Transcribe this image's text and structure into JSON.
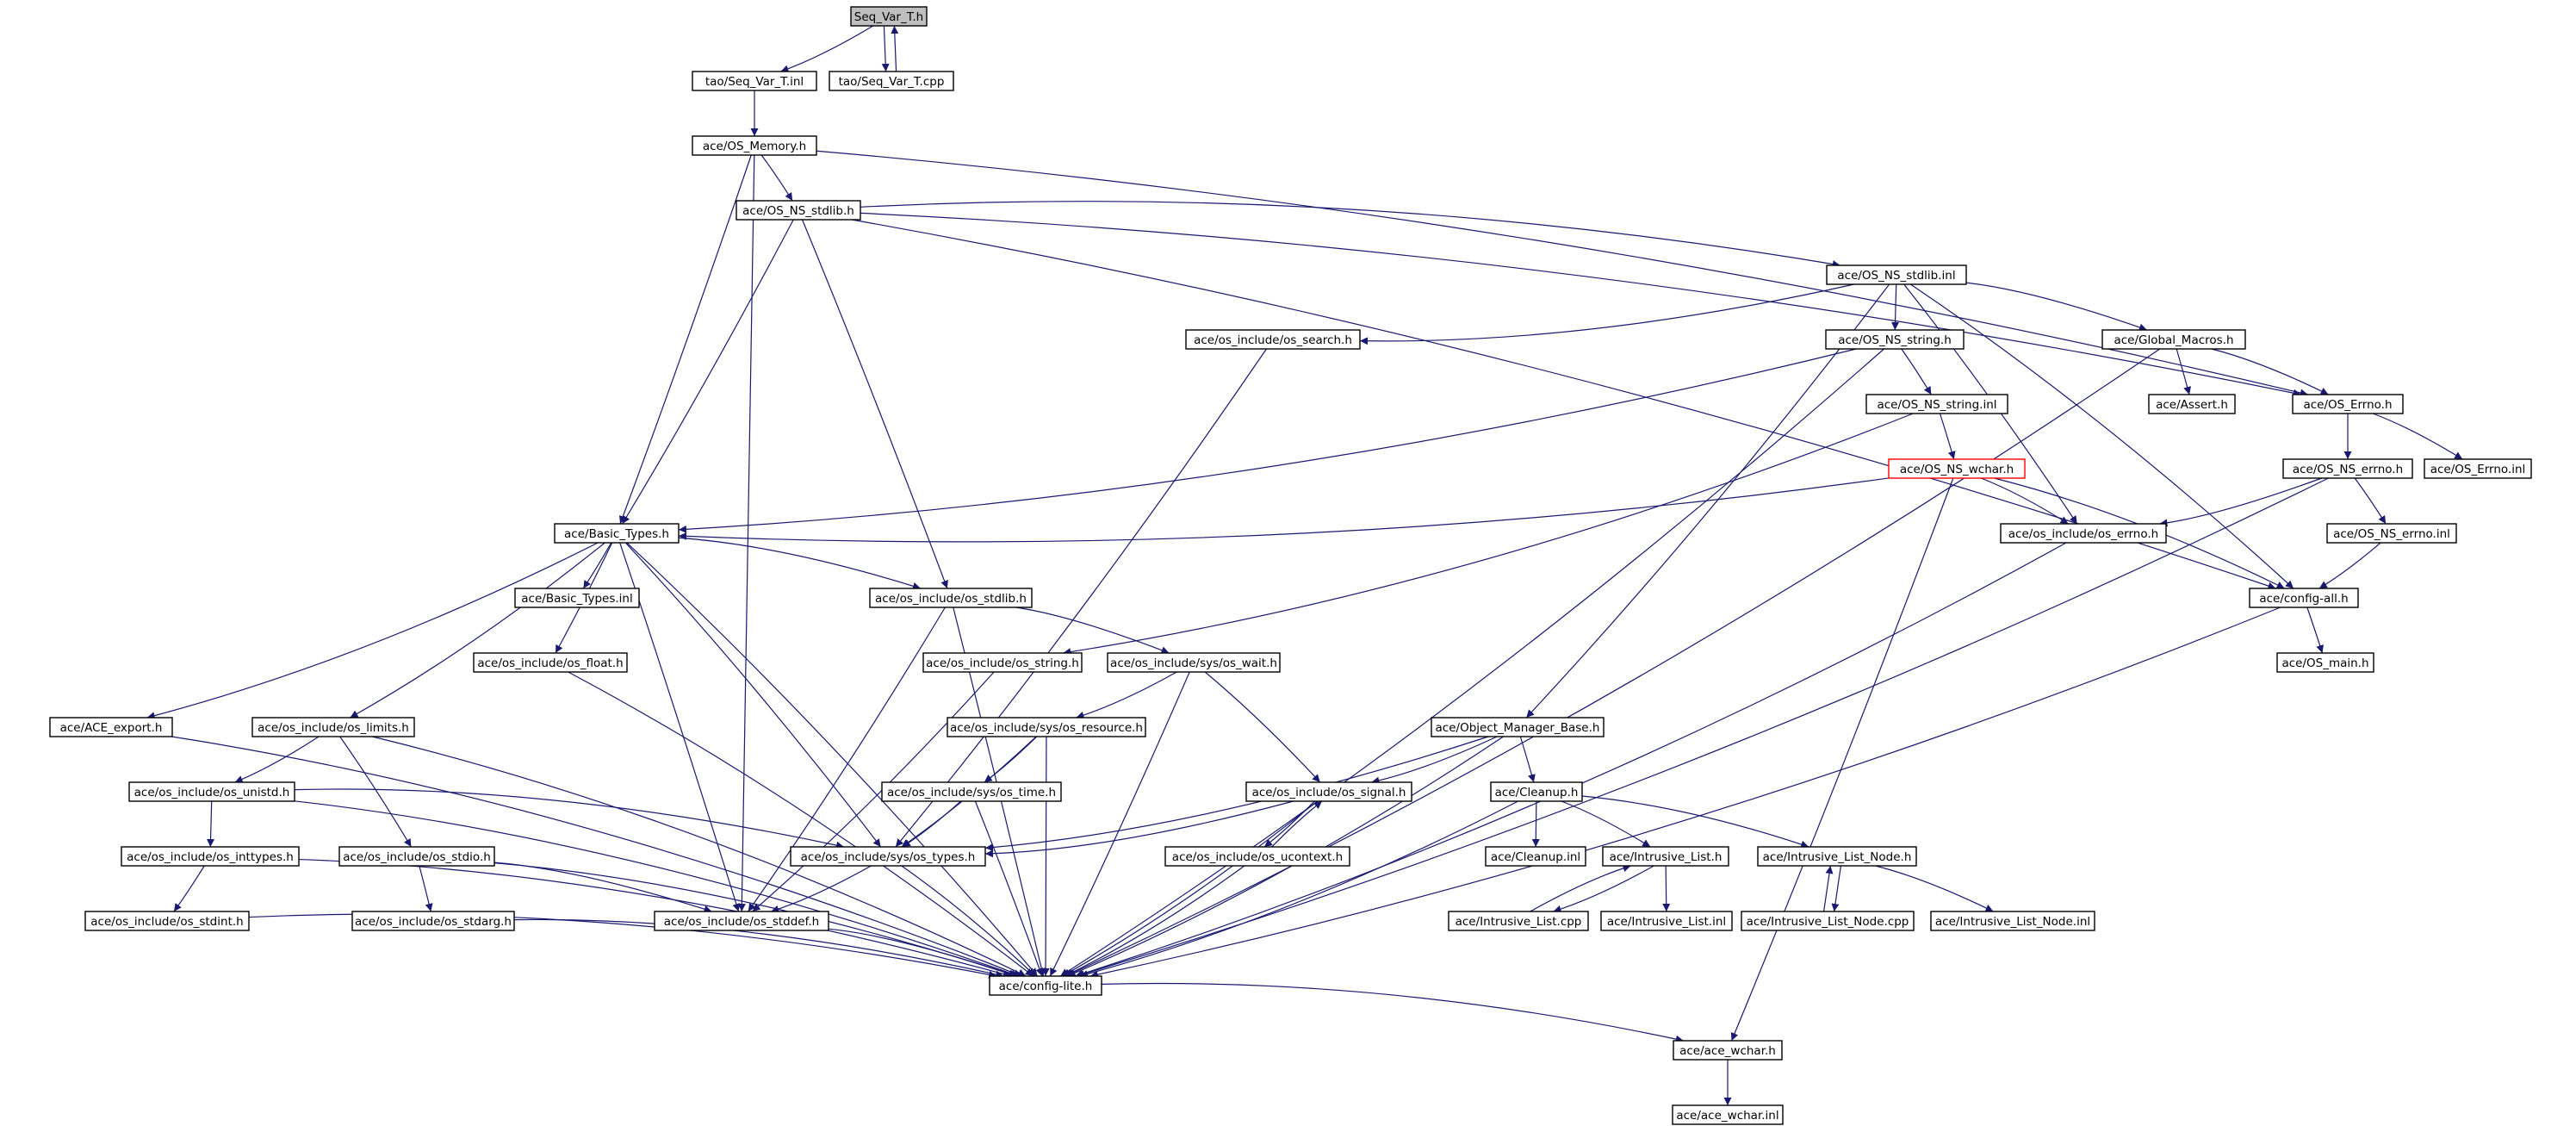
{
  "diagram": {
    "type": "include-dependency-graph",
    "root": "seq_var_t_h",
    "colors": {
      "edge": "#191970",
      "root_fill": "#bfbfbf",
      "border": "#000000",
      "highlight_border": "#ff0000"
    },
    "nodes": [
      {
        "id": "seq_var_t_h",
        "label": "Seq_Var_T.h"
      },
      {
        "id": "tao_seq_var_t_inl",
        "label": "tao/Seq_Var_T.inl"
      },
      {
        "id": "tao_seq_var_t_cpp",
        "label": "tao/Seq_Var_T.cpp"
      },
      {
        "id": "os_memory_h",
        "label": "ace/OS_Memory.h"
      },
      {
        "id": "os_ns_stdlib_h",
        "label": "ace/OS_NS_stdlib.h"
      },
      {
        "id": "os_ns_stdlib_inl",
        "label": "ace/OS_NS_stdlib.inl"
      },
      {
        "id": "os_search_h",
        "label": "ace/os_include/os_search.h"
      },
      {
        "id": "os_ns_string_h",
        "label": "ace/OS_NS_string.h"
      },
      {
        "id": "global_macros_h",
        "label": "ace/Global_Macros.h"
      },
      {
        "id": "os_ns_string_inl",
        "label": "ace/OS_NS_string.inl"
      },
      {
        "id": "assert_h",
        "label": "ace/Assert.h"
      },
      {
        "id": "os_errno_h",
        "label": "ace/OS_Errno.h"
      },
      {
        "id": "os_ns_wchar_h",
        "label": "ace/OS_NS_wchar.h"
      },
      {
        "id": "os_ns_errno_h",
        "label": "ace/OS_NS_errno.h"
      },
      {
        "id": "os_errno_inl",
        "label": "ace/OS_Errno.inl"
      },
      {
        "id": "basic_types_h",
        "label": "ace/Basic_Types.h"
      },
      {
        "id": "os_include_os_errno_h",
        "label": "ace/os_include/os_errno.h"
      },
      {
        "id": "os_ns_errno_inl",
        "label": "ace/OS_NS_errno.inl"
      },
      {
        "id": "basic_types_inl",
        "label": "ace/Basic_Types.inl"
      },
      {
        "id": "os_stdlib_h",
        "label": "ace/os_include/os_stdlib.h"
      },
      {
        "id": "config_all_h",
        "label": "ace/config-all.h"
      },
      {
        "id": "os_float_h",
        "label": "ace/os_include/os_float.h"
      },
      {
        "id": "os_string_h",
        "label": "ace/os_include/os_string.h"
      },
      {
        "id": "os_wait_h",
        "label": "ace/os_include/sys/os_wait.h"
      },
      {
        "id": "os_main_h",
        "label": "ace/OS_main.h"
      },
      {
        "id": "ace_export_h",
        "label": "ace/ACE_export.h"
      },
      {
        "id": "os_limits_h",
        "label": "ace/os_include/os_limits.h"
      },
      {
        "id": "os_resource_h",
        "label": "ace/os_include/sys/os_resource.h"
      },
      {
        "id": "object_manager_base_h",
        "label": "ace/Object_Manager_Base.h"
      },
      {
        "id": "os_unistd_h",
        "label": "ace/os_include/os_unistd.h"
      },
      {
        "id": "os_time_h",
        "label": "ace/os_include/sys/os_time.h"
      },
      {
        "id": "os_signal_h",
        "label": "ace/os_include/os_signal.h"
      },
      {
        "id": "cleanup_h",
        "label": "ace/Cleanup.h"
      },
      {
        "id": "os_inttypes_h",
        "label": "ace/os_include/os_inttypes.h"
      },
      {
        "id": "os_stdio_h",
        "label": "ace/os_include/os_stdio.h"
      },
      {
        "id": "os_types_h",
        "label": "ace/os_include/sys/os_types.h"
      },
      {
        "id": "os_ucontext_h",
        "label": "ace/os_include/os_ucontext.h"
      },
      {
        "id": "cleanup_inl",
        "label": "ace/Cleanup.inl"
      },
      {
        "id": "intrusive_list_h",
        "label": "ace/Intrusive_List.h"
      },
      {
        "id": "intrusive_list_node_h",
        "label": "ace/Intrusive_List_Node.h"
      },
      {
        "id": "os_stdint_h",
        "label": "ace/os_include/os_stdint.h"
      },
      {
        "id": "os_stdarg_h",
        "label": "ace/os_include/os_stdarg.h"
      },
      {
        "id": "os_stddef_h",
        "label": "ace/os_include/os_stddef.h"
      },
      {
        "id": "intrusive_list_cpp",
        "label": "ace/Intrusive_List.cpp"
      },
      {
        "id": "intrusive_list_inl",
        "label": "ace/Intrusive_List.inl"
      },
      {
        "id": "intrusive_list_node_cpp",
        "label": "ace/Intrusive_List_Node.cpp"
      },
      {
        "id": "intrusive_list_node_inl",
        "label": "ace/Intrusive_List_Node.inl"
      },
      {
        "id": "config_lite_h",
        "label": "ace/config-lite.h"
      },
      {
        "id": "ace_wchar_h",
        "label": "ace/ace_wchar.h"
      },
      {
        "id": "ace_wchar_inl",
        "label": "ace/ace_wchar.inl"
      }
    ],
    "edges": [
      [
        "seq_var_t_h",
        "tao_seq_var_t_inl"
      ],
      [
        "seq_var_t_h",
        "tao_seq_var_t_cpp"
      ],
      [
        "tao_seq_var_t_cpp",
        "seq_var_t_h"
      ],
      [
        "tao_seq_var_t_inl",
        "os_memory_h"
      ],
      [
        "os_memory_h",
        "os_ns_stdlib_h"
      ],
      [
        "os_memory_h",
        "basic_types_h"
      ],
      [
        "os_memory_h",
        "os_stddef_h"
      ],
      [
        "os_memory_h",
        "os_errno_h"
      ],
      [
        "os_ns_stdlib_h",
        "os_ns_stdlib_inl"
      ],
      [
        "os_ns_stdlib_h",
        "basic_types_h"
      ],
      [
        "os_ns_stdlib_h",
        "os_stdlib_h"
      ],
      [
        "os_ns_stdlib_h",
        "config_all_h"
      ],
      [
        "os_ns_stdlib_h",
        "os_errno_h"
      ],
      [
        "os_ns_stdlib_inl",
        "os_search_h"
      ],
      [
        "os_ns_stdlib_inl",
        "os_ns_string_h"
      ],
      [
        "os_ns_stdlib_inl",
        "global_macros_h"
      ],
      [
        "os_ns_stdlib_inl",
        "os_include_os_errno_h"
      ],
      [
        "os_ns_stdlib_inl",
        "config_all_h"
      ],
      [
        "os_ns_stdlib_inl",
        "object_manager_base_h"
      ],
      [
        "os_search_h",
        "os_types_h"
      ],
      [
        "os_ns_string_h",
        "os_ns_string_inl"
      ],
      [
        "os_ns_string_h",
        "basic_types_h"
      ],
      [
        "os_ns_string_h",
        "config_lite_h"
      ],
      [
        "os_ns_string_inl",
        "os_ns_wchar_h"
      ],
      [
        "os_ns_string_inl",
        "os_string_h"
      ],
      [
        "global_macros_h",
        "assert_h"
      ],
      [
        "global_macros_h",
        "os_errno_h"
      ],
      [
        "global_macros_h",
        "config_lite_h"
      ],
      [
        "os_errno_h",
        "os_ns_errno_h"
      ],
      [
        "os_errno_h",
        "os_errno_inl"
      ],
      [
        "os_ns_wchar_h",
        "basic_types_h"
      ],
      [
        "os_ns_wchar_h",
        "os_include_os_errno_h"
      ],
      [
        "os_ns_wchar_h",
        "config_all_h"
      ],
      [
        "os_ns_wchar_h",
        "ace_wchar_h"
      ],
      [
        "os_ns_errno_h",
        "os_include_os_errno_h"
      ],
      [
        "os_ns_errno_h",
        "os_ns_errno_inl"
      ],
      [
        "os_ns_errno_h",
        "config_lite_h"
      ],
      [
        "os_ns_errno_inl",
        "config_all_h"
      ],
      [
        "os_include_os_errno_h",
        "config_lite_h"
      ],
      [
        "config_all_h",
        "os_main_h"
      ],
      [
        "config_all_h",
        "config_lite_h"
      ],
      [
        "basic_types_h",
        "basic_types_inl"
      ],
      [
        "basic_types_h",
        "os_stdlib_h"
      ],
      [
        "basic_types_h",
        "os_float_h"
      ],
      [
        "basic_types_h",
        "ace_export_h"
      ],
      [
        "basic_types_h",
        "os_limits_h"
      ],
      [
        "basic_types_h",
        "os_types_h"
      ],
      [
        "basic_types_h",
        "os_stddef_h"
      ],
      [
        "basic_types_h",
        "config_lite_h"
      ],
      [
        "os_stdlib_h",
        "os_wait_h"
      ],
      [
        "os_stdlib_h",
        "os_stddef_h"
      ],
      [
        "os_stdlib_h",
        "config_lite_h"
      ],
      [
        "os_float_h",
        "config_lite_h"
      ],
      [
        "os_string_h",
        "os_stddef_h"
      ],
      [
        "os_wait_h",
        "os_resource_h"
      ],
      [
        "os_wait_h",
        "os_signal_h"
      ],
      [
        "os_wait_h",
        "config_lite_h"
      ],
      [
        "os_resource_h",
        "os_time_h"
      ],
      [
        "os_resource_h",
        "os_types_h"
      ],
      [
        "os_resource_h",
        "config_lite_h"
      ],
      [
        "os_time_h",
        "os_types_h"
      ],
      [
        "os_time_h",
        "config_lite_h"
      ],
      [
        "ace_export_h",
        "config_lite_h"
      ],
      [
        "os_limits_h",
        "os_unistd_h"
      ],
      [
        "os_limits_h",
        "os_stdio_h"
      ],
      [
        "os_limits_h",
        "config_lite_h"
      ],
      [
        "os_unistd_h",
        "os_inttypes_h"
      ],
      [
        "os_unistd_h",
        "os_types_h"
      ],
      [
        "os_unistd_h",
        "config_lite_h"
      ],
      [
        "os_inttypes_h",
        "os_stdint_h"
      ],
      [
        "os_inttypes_h",
        "config_lite_h"
      ],
      [
        "os_stdint_h",
        "config_lite_h"
      ],
      [
        "os_stdio_h",
        "os_stdarg_h"
      ],
      [
        "os_stdio_h",
        "os_stddef_h"
      ],
      [
        "os_stdio_h",
        "config_lite_h"
      ],
      [
        "os_stdarg_h",
        "config_lite_h"
      ],
      [
        "os_types_h",
        "os_stddef_h"
      ],
      [
        "os_types_h",
        "config_lite_h"
      ],
      [
        "os_stddef_h",
        "config_lite_h"
      ],
      [
        "object_manager_base_h",
        "os_signal_h"
      ],
      [
        "object_manager_base_h",
        "os_types_h"
      ],
      [
        "object_manager_base_h",
        "cleanup_h"
      ],
      [
        "object_manager_base_h",
        "config_lite_h"
      ],
      [
        "os_signal_h",
        "os_types_h"
      ],
      [
        "os_signal_h",
        "os_ucontext_h"
      ],
      [
        "os_signal_h",
        "config_lite_h"
      ],
      [
        "os_ucontext_h",
        "os_signal_h"
      ],
      [
        "os_ucontext_h",
        "config_lite_h"
      ],
      [
        "cleanup_h",
        "cleanup_inl"
      ],
      [
        "cleanup_h",
        "intrusive_list_h"
      ],
      [
        "cleanup_h",
        "intrusive_list_node_h"
      ],
      [
        "cleanup_h",
        "config_lite_h"
      ],
      [
        "intrusive_list_h",
        "intrusive_list_cpp"
      ],
      [
        "intrusive_list_h",
        "intrusive_list_inl"
      ],
      [
        "intrusive_list_cpp",
        "intrusive_list_h"
      ],
      [
        "intrusive_list_node_h",
        "intrusive_list_node_cpp"
      ],
      [
        "intrusive_list_node_h",
        "intrusive_list_node_inl"
      ],
      [
        "intrusive_list_node_cpp",
        "intrusive_list_node_h"
      ],
      [
        "config_lite_h",
        "ace_wchar_h"
      ],
      [
        "ace_wchar_h",
        "ace_wchar_inl"
      ]
    ]
  }
}
